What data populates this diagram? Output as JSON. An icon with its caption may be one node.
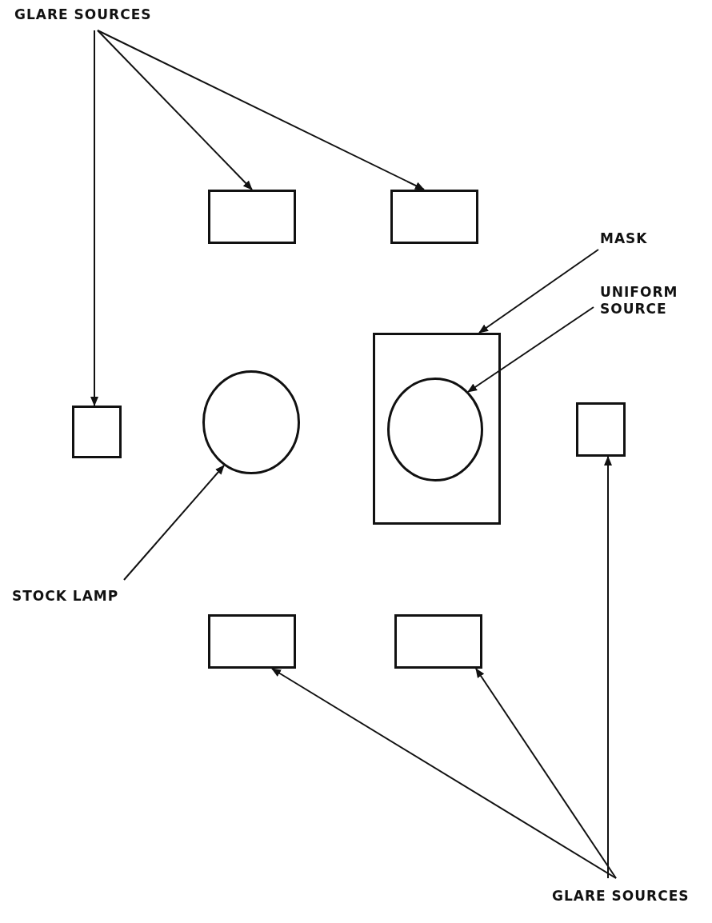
{
  "diagram": {
    "nodes": [
      {
        "text": [
          "GLARE SOURCES"
        ]
      },
      {
        "text": [],
        "shape": "box"
      },
      {
        "text": [],
        "shape": "box"
      },
      {
        "text": [
          "MASK"
        ]
      },
      {
        "text": [
          "UNIFORM SOURCE"
        ]
      },
      {
        "text": [],
        "shape": "box"
      },
      {
        "text": [],
        "shape": "circle",
        "in": 5
      },
      {
        "text": [],
        "shape": "box"
      },
      {
        "text": [],
        "shape": "circle"
      },
      {
        "text": [],
        "shape": "box"
      },
      {
        "text": [
          "STOCK LAMP"
        ]
      },
      {
        "text": [],
        "shape": "box"
      },
      {
        "text": [],
        "shape": "box"
      },
      {
        "text": [
          "GLARE SOURCES"
        ]
      }
    ],
    "edges": [
      {
        "from": 0,
        "to": 1,
        "arrow": "to"
      },
      {
        "from": 0,
        "to": 2,
        "arrow": "to"
      },
      {
        "from": 0,
        "to": 7,
        "arrow": "to"
      },
      {
        "from": 3,
        "to": 5,
        "arrow": "to"
      },
      {
        "from": 4,
        "to": 6,
        "arrow": "to"
      },
      {
        "from": 10,
        "to": 8,
        "arrow": "to"
      },
      {
        "from": 13,
        "to": 11,
        "arrow": "to"
      },
      {
        "from": 13,
        "to": 12,
        "arrow": "to"
      },
      {
        "from": 13,
        "to": 9,
        "arrow": "to"
      }
    ]
  }
}
